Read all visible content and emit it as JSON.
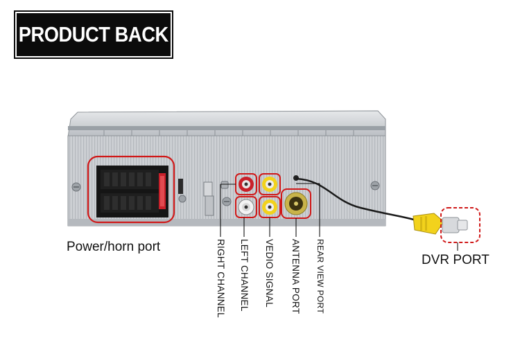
{
  "header": {
    "title": "PRODUCT BACK"
  },
  "labels": {
    "power": "Power/horn port",
    "dvr": "DVR PORT",
    "right_channel": "RIGHT CHANNEL",
    "left_channel": "LEFT CHANNEL",
    "video_signal": "VEDIO SIGNAL",
    "antenna_port": "ANTENNA PORT",
    "rear_view_port": "REAR VIEW PORT"
  },
  "colors": {
    "highlight": "#d01818",
    "rca_yellow": "#f2d21c",
    "rca_red": "#c8202a",
    "chassis": "#c9ccd0"
  }
}
